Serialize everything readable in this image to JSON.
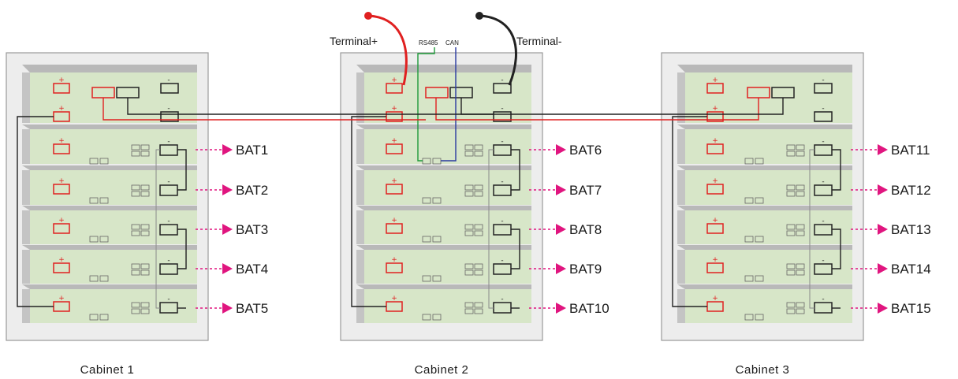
{
  "cabinets": [
    {
      "label": "Cabinet 1",
      "batteries": [
        "BAT1",
        "BAT2",
        "BAT3",
        "BAT4",
        "BAT5"
      ]
    },
    {
      "label": "Cabinet 2",
      "batteries": [
        "BAT6",
        "BAT7",
        "BAT8",
        "BAT9",
        "BAT10"
      ]
    },
    {
      "label": "Cabinet 3",
      "batteries": [
        "BAT11",
        "BAT12",
        "BAT13",
        "BAT14",
        "BAT15"
      ]
    }
  ],
  "terminals": {
    "positive": "Terminal+",
    "negative": "Terminal-"
  },
  "bus_labels": {
    "rs485": "RS485",
    "can": "CAN"
  },
  "module_signs": {
    "positive": "+",
    "negative": "-"
  },
  "colors": {
    "positive": "#e02020",
    "negative": "#222222",
    "module_fill": "#d7e6c8",
    "cabinet_fill": "#ededed",
    "arrow": "#e0157f",
    "rs485": "#1f9a3a",
    "can": "#2a3aa0"
  }
}
